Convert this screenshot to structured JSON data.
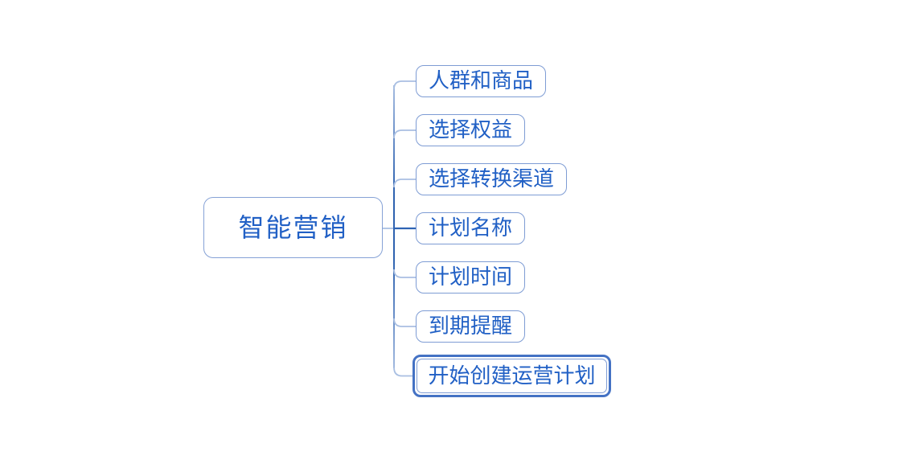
{
  "diagram": {
    "type": "mindmap",
    "root": {
      "label": "智能营销"
    },
    "children": [
      {
        "label": "人群和商品",
        "selected": false
      },
      {
        "label": "选择权益",
        "selected": false
      },
      {
        "label": "选择转换渠道",
        "selected": false
      },
      {
        "label": "计划名称",
        "selected": false
      },
      {
        "label": "计划时间",
        "selected": false
      },
      {
        "label": "到期提醒",
        "selected": false
      },
      {
        "label": "开始创建运营计划",
        "selected": true
      }
    ],
    "colors": {
      "background": "#ffffff",
      "node_text": "#2160c5",
      "node_border": "#7e9cd4",
      "root_border": "#86a2d6",
      "branch_line": "#a9bfe2",
      "trunk_line": "#2e62b0",
      "root_connector": "#2f63b4",
      "selection_border": "#4472c4"
    }
  }
}
